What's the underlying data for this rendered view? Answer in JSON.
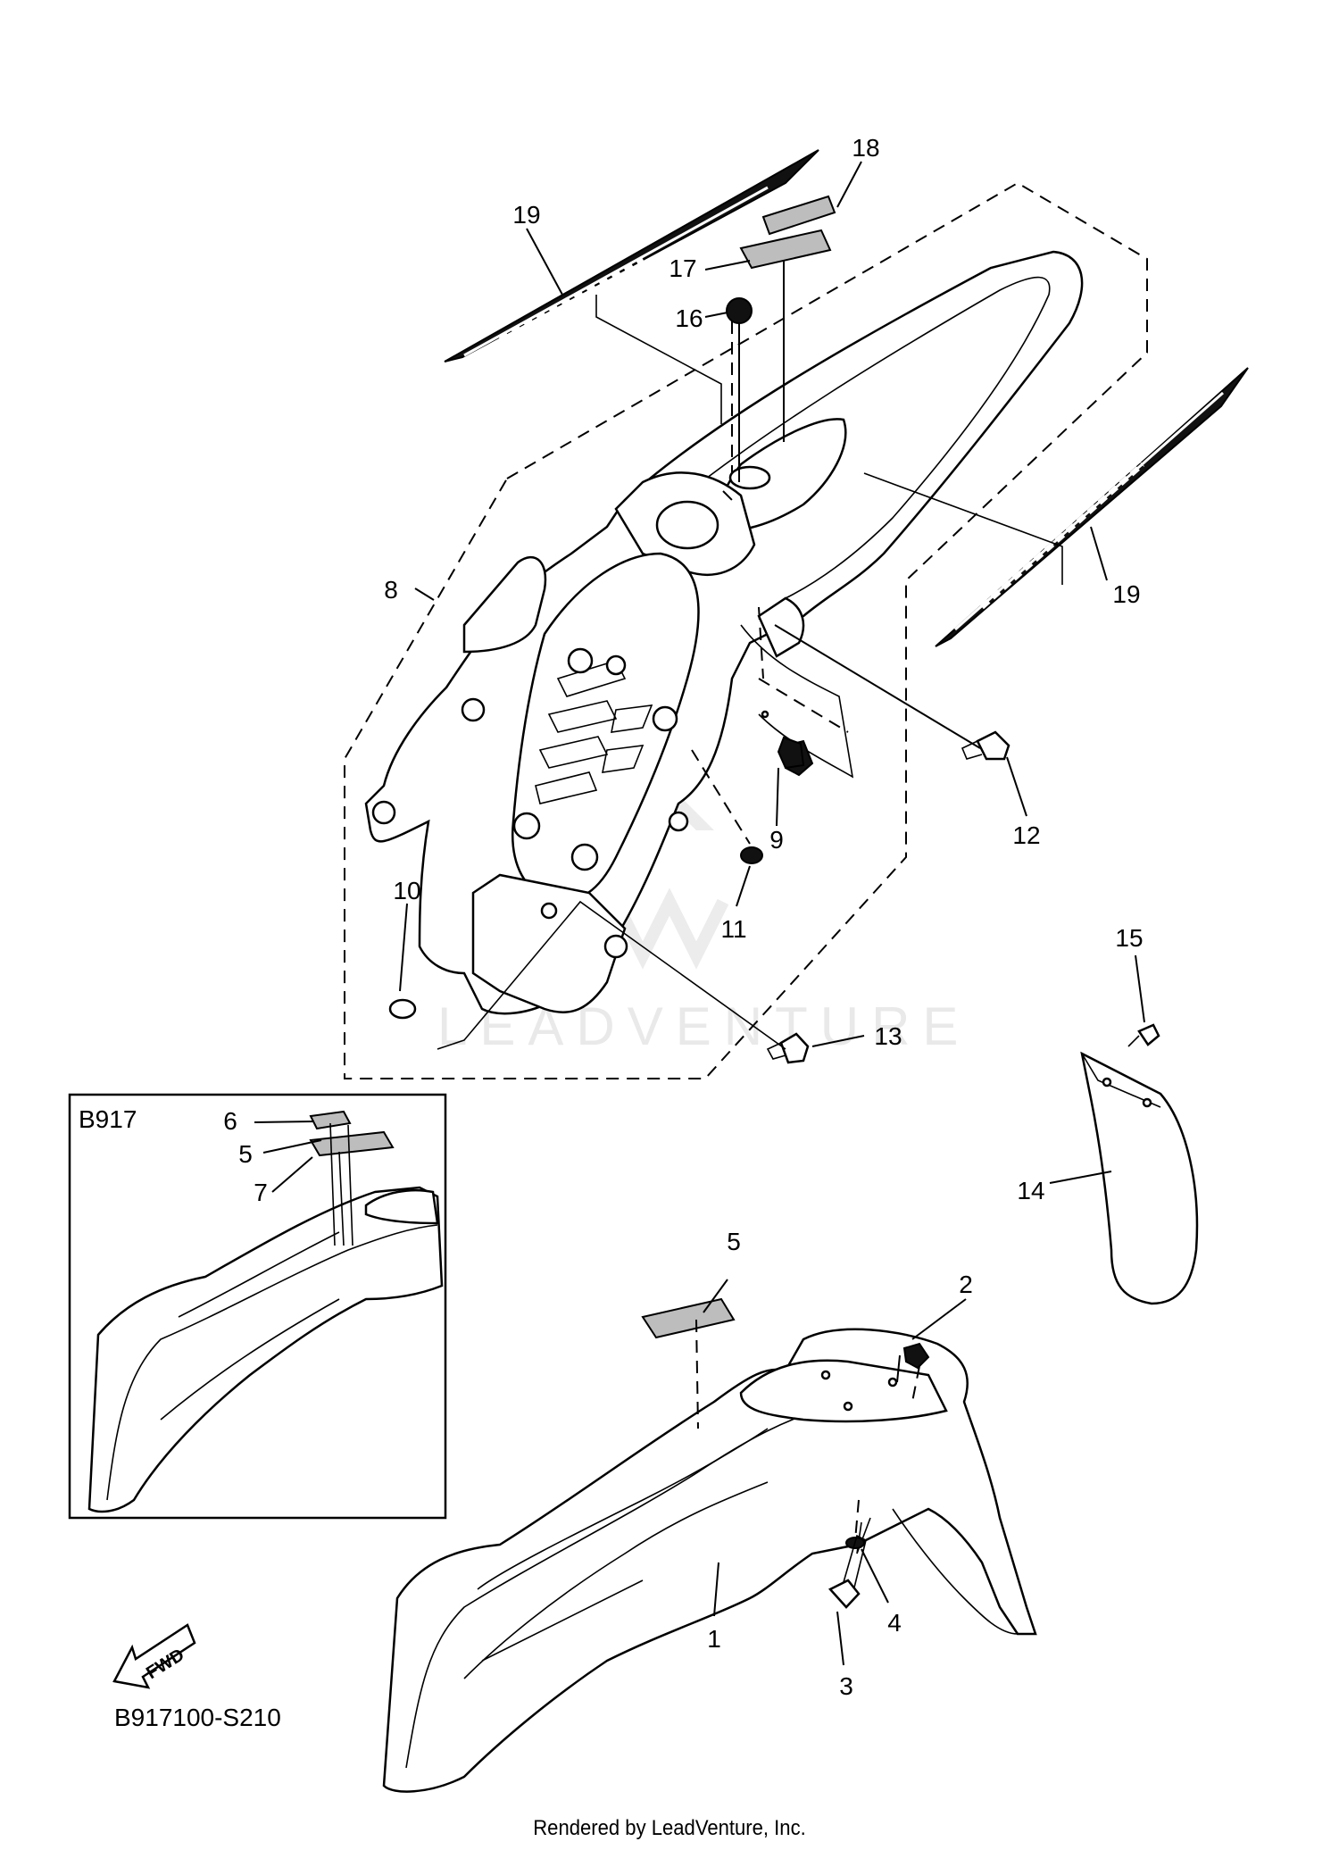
{
  "diagram": {
    "diagram_code": "B917100-S210",
    "inset_label": "B917",
    "fwd_label": "FWD",
    "footer": "Rendered by LeadVenture, Inc.",
    "watermark": "LEADVENTURE",
    "callouts": [
      "1",
      "2",
      "3",
      "4",
      "5",
      "5",
      "6",
      "7",
      "8",
      "9",
      "10",
      "11",
      "12",
      "13",
      "14",
      "15",
      "16",
      "17",
      "18",
      "19",
      "19"
    ]
  }
}
